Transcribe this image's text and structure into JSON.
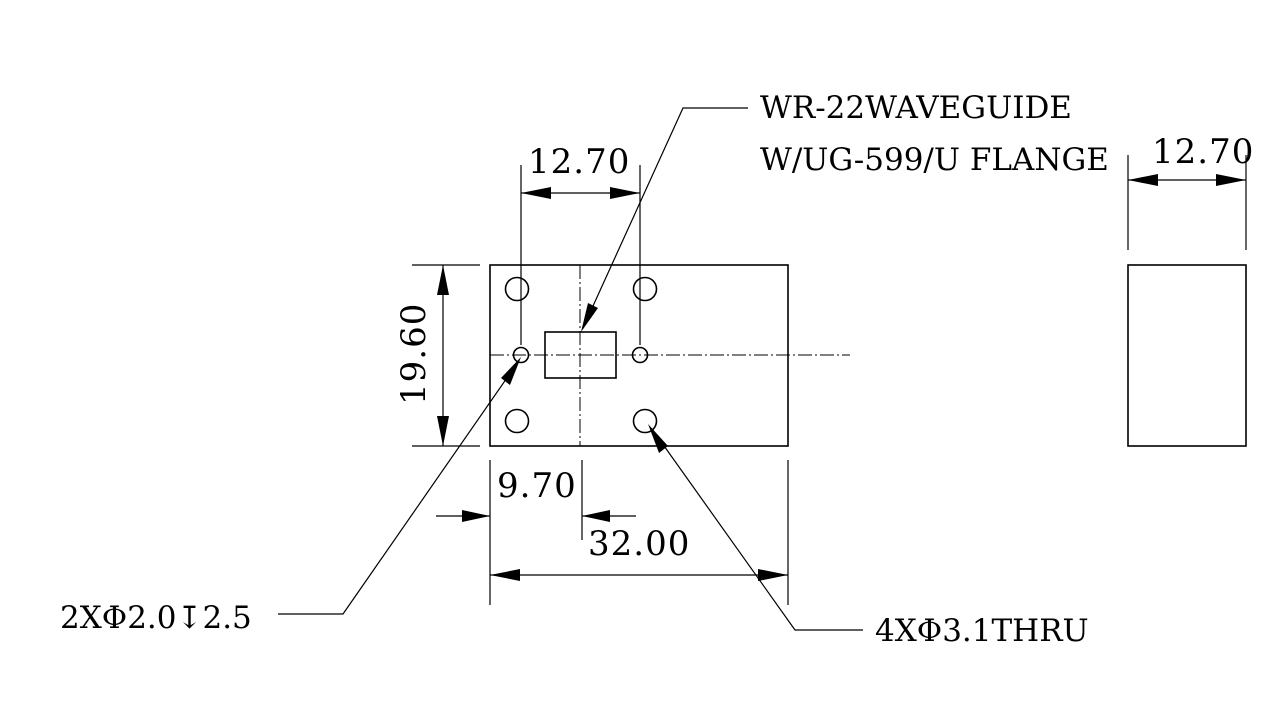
{
  "labels": {
    "waveguide_line1": "WR-22WAVEGUIDE",
    "waveguide_line2": "W/UG-599/U FLANGE",
    "hole_callout_blind": "2XΦ2.0↧2.5",
    "hole_callout_thru": "4XΦ3.1THRU"
  },
  "dimensions": {
    "hole_spacing": "12.70",
    "height": "19.60",
    "center_offset": "9.70",
    "width": "32.00",
    "side_thickness": "12.70"
  },
  "colors": {
    "line": "#000000",
    "background": "#ffffff"
  }
}
